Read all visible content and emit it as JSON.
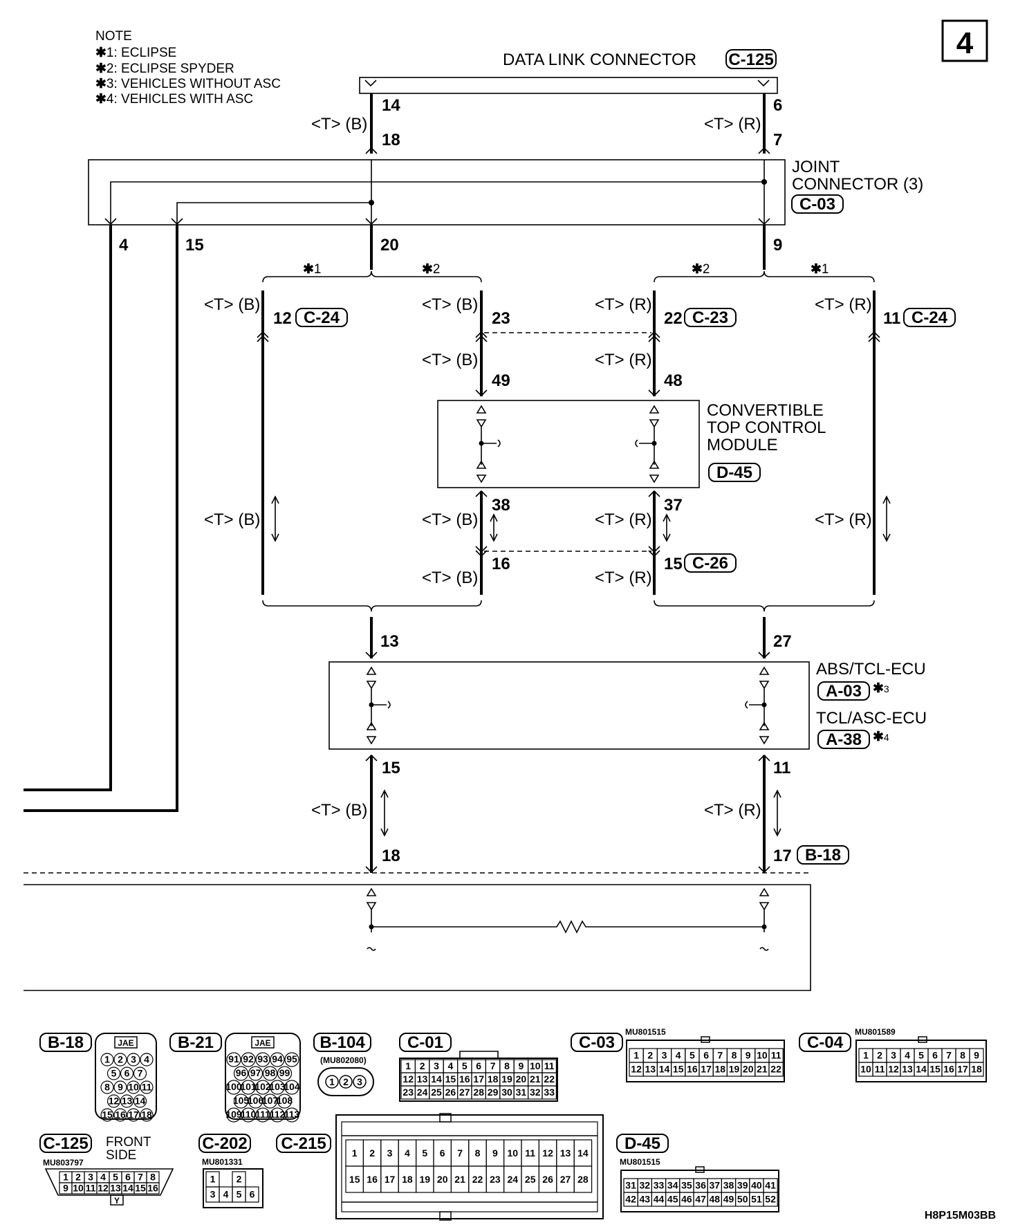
{
  "page_number": "4",
  "notes": {
    "heading": "NOTE",
    "items": [
      {
        "mark": "1",
        "text": ": ECLIPSE"
      },
      {
        "mark": "2",
        "text": ": ECLIPSE SPYDER"
      },
      {
        "mark": "3",
        "text": ": VEHICLES WITHOUT ASC"
      },
      {
        "mark": "4",
        "text": ": VEHICLES WITH ASC"
      }
    ]
  },
  "components": {
    "dlc": {
      "name": "DATA LINK CONNECTOR",
      "code": "C-125"
    },
    "joint": {
      "line1": "JOINT",
      "line2": "CONNECTOR (3)",
      "code": "C-03"
    },
    "ctm": {
      "line1": "CONVERTIBLE",
      "line2": "TOP CONTROL",
      "line3": "MODULE",
      "code": "D-45"
    },
    "ecu": {
      "name1": "ABS/TCL-ECU",
      "code1": "A-03",
      "star1": "3",
      "name2": "TCL/ASC-ECU",
      "code2": "A-38",
      "star2": "4"
    }
  },
  "wires": {
    "tb": "<T> (B)",
    "tr": "<T> (R)"
  },
  "pins": {
    "dlc_left": "14",
    "dlc_right": "6",
    "jc_in_left": "18",
    "jc_in_right": "7",
    "jc_out_4": "4",
    "jc_out_15": "15",
    "jc_out_20": "20",
    "jc_out_9": "9",
    "c24_left": "12",
    "c24_left_code": "C-24",
    "c23_left": "23",
    "c23_right": "22",
    "c23_code": "C-23",
    "c24_right": "11",
    "c24_right_code": "C-24",
    "ctm_49": "49",
    "ctm_48": "48",
    "ctm_38": "38",
    "ctm_37": "37",
    "c26_left": "16",
    "c26_right": "15",
    "c26_code": "C-26",
    "ecu_in_left": "13",
    "ecu_in_right": "27",
    "ecu_out_left": "15",
    "ecu_out_right": "11",
    "b18_left": "18",
    "b18_right": "17",
    "b18_code": "B-18"
  },
  "branch_marks": {
    "star1": "1",
    "star2": "2"
  },
  "connectors": {
    "b18": {
      "code": "B-18",
      "maker": "JAE",
      "rows": [
        [
          "1",
          "2",
          "3",
          "4"
        ],
        [
          "5",
          "6",
          "7"
        ],
        [
          "8",
          "9",
          "10",
          "11"
        ],
        [
          "12",
          "13",
          "14"
        ],
        [
          "15",
          "16",
          "17",
          "18"
        ]
      ]
    },
    "b21": {
      "code": "B-21",
      "maker": "JAE",
      "rows": [
        [
          "91",
          "92",
          "93",
          "94",
          "95"
        ],
        [
          "96",
          "97",
          "98",
          "99"
        ],
        [
          "100",
          "101",
          "102",
          "103",
          "104"
        ],
        [
          "105",
          "106",
          "107",
          "108"
        ],
        [
          "109",
          "110",
          "111",
          "112",
          "113"
        ]
      ]
    },
    "b104": {
      "code": "B-104",
      "part": "(MU802080)",
      "pins": [
        "1",
        "2",
        "3"
      ]
    },
    "c01": {
      "code": "C-01",
      "rows": [
        [
          "1",
          "2",
          "3",
          "4",
          "5",
          "6",
          "7",
          "8",
          "9",
          "10",
          "11"
        ],
        [
          "12",
          "13",
          "14",
          "15",
          "16",
          "17",
          "18",
          "19",
          "20",
          "21",
          "22"
        ],
        [
          "23",
          "24",
          "25",
          "26",
          "27",
          "28",
          "29",
          "30",
          "31",
          "32",
          "33"
        ]
      ]
    },
    "c03": {
      "code": "C-03",
      "part": "MU801515",
      "rows": [
        [
          "1",
          "2",
          "3",
          "4",
          "5",
          "6",
          "7",
          "8",
          "9",
          "10",
          "11"
        ],
        [
          "12",
          "13",
          "14",
          "15",
          "16",
          "17",
          "18",
          "19",
          "20",
          "21",
          "22"
        ]
      ]
    },
    "c04": {
      "code": "C-04",
      "part": "MU801589",
      "rows": [
        [
          "1",
          "2",
          "3",
          "4",
          "5",
          "6",
          "7",
          "8",
          "9"
        ],
        [
          "10",
          "11",
          "12",
          "13",
          "14",
          "15",
          "16",
          "17",
          "18"
        ]
      ]
    },
    "c125": {
      "code": "C-125",
      "part": "MU803797",
      "side1": "FRONT",
      "side2": "SIDE",
      "rows": [
        [
          "1",
          "2",
          "3",
          "4",
          "5",
          "6",
          "7",
          "8"
        ],
        [
          "9",
          "10",
          "11",
          "12",
          "13",
          "14",
          "15",
          "16"
        ]
      ],
      "key": "Y"
    },
    "c202": {
      "code": "C-202",
      "part": "MU801331",
      "rows": [
        [
          "1",
          "",
          "2"
        ],
        [
          "3",
          "4",
          "5",
          "6"
        ]
      ]
    },
    "c215": {
      "code": "C-215",
      "rows": [
        [
          "1",
          "2",
          "3",
          "4",
          "5",
          "6",
          "7",
          "8",
          "9",
          "10",
          "11",
          "12",
          "13",
          "14"
        ],
        [
          "15",
          "16",
          "17",
          "18",
          "19",
          "20",
          "21",
          "22",
          "23",
          "24",
          "25",
          "26",
          "27",
          "28"
        ]
      ]
    },
    "d45": {
      "code": "D-45",
      "part": "MU801515",
      "rows": [
        [
          "31",
          "32",
          "33",
          "34",
          "35",
          "36",
          "37",
          "38",
          "39",
          "40",
          "41"
        ],
        [
          "42",
          "43",
          "44",
          "45",
          "46",
          "47",
          "48",
          "49",
          "50",
          "51",
          "52"
        ]
      ]
    }
  },
  "footer_code": "H8P15M03BB"
}
